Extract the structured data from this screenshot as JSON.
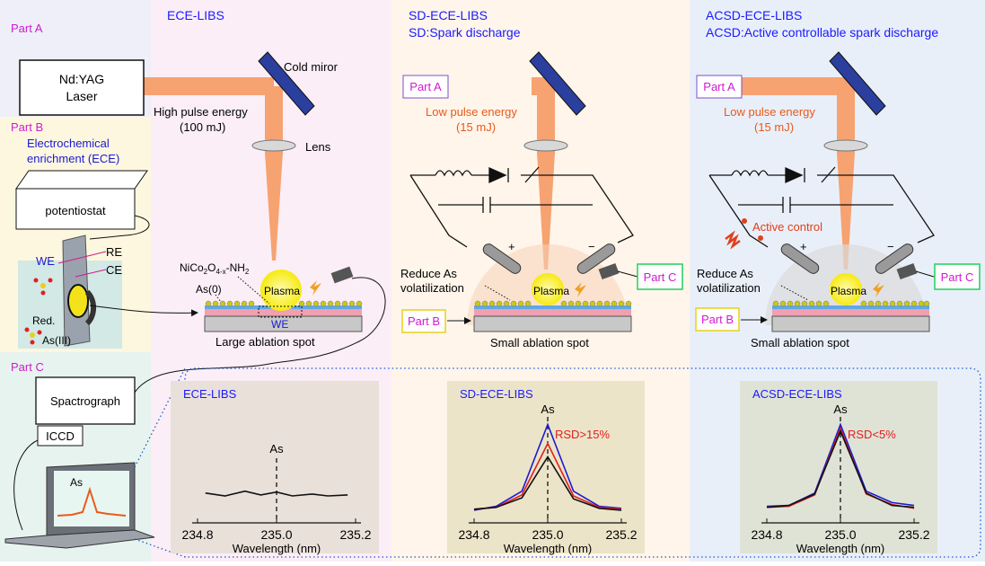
{
  "colors": {
    "part_label": "#d01bd0",
    "title_blue": "#1a1aff",
    "orange_text": "#e85a1a",
    "laser": "#f7a271",
    "mirror": "#2b3f9e",
    "plasma": "#f6ee2a",
    "red_series": "#e02020",
    "blue_series": "#1c1cd6",
    "black_series": "#111111",
    "green_box": "#1fd05a",
    "yellow_box": "#e8d01a"
  },
  "part_labels": {
    "a": "Part A",
    "b": "Part B",
    "c": "Part C"
  },
  "left": {
    "laser_line1": "Nd:YAG",
    "laser_line2": "Laser",
    "ece_line1": "Electrochemical",
    "ece_line2": "enrichment (ECE)",
    "potentiostat": "potentiostat",
    "we": "WE",
    "re": "RE",
    "ce": "CE",
    "red": "Red.",
    "as3": "As(III)",
    "spectrograph": "Spactrograph",
    "iccd": "ICCD",
    "laptop_as": "As"
  },
  "panels": {
    "ece": {
      "title": "ECE-LIBS",
      "cold_mirror": "Cold miror",
      "energy1": "High pulse energy",
      "energy2": "(100 mJ)",
      "lens": "Lens",
      "material_base": "NiCo",
      "material_sub": "2",
      "material_mid": "O",
      "material_sub2": "4-x",
      "material_tail": "-NH",
      "material_sub3": "2",
      "as0": "As(0)",
      "plasma": "Plasma",
      "we": "WE",
      "spot": "Large ablation spot"
    },
    "sd": {
      "title": "SD-ECE-LIBS",
      "subtitle": "SD:Spark discharge",
      "part_a": "Part A",
      "energy1": "Low pulse energy",
      "energy2": "(15 mJ)",
      "plus": "+",
      "minus": "−",
      "reduce1": "Reduce As",
      "reduce2": "volatilization",
      "plasma": "Plasma",
      "part_b": "Part B",
      "part_c": "Part C",
      "spot": "Small ablation spot"
    },
    "acsd": {
      "title": "ACSD-ECE-LIBS",
      "subtitle": "ACSD:Active controllable spark discharge",
      "part_a": "Part A",
      "energy1": "Low pulse energy",
      "energy2": "(15 mJ)",
      "active": "Active control",
      "plus": "+",
      "minus": "−",
      "reduce1": "Reduce As",
      "reduce2": "volatilization",
      "plasma": "Plasma",
      "part_b": "Part B",
      "part_c": "Part C",
      "spot": "Small ablation spot"
    }
  },
  "chart_data": [
    {
      "type": "line",
      "title": "ECE-LIBS",
      "xlabel": "Wavelength (nm)",
      "xticks": [
        "234.8",
        "235.0",
        "235.2"
      ],
      "xlim": [
        234.8,
        235.2
      ],
      "ylim": [
        0,
        1
      ],
      "peak_label": "As",
      "peak_x": 235.0,
      "annotation": "",
      "series": [
        {
          "color": "#111111",
          "x": [
            234.82,
            234.87,
            234.92,
            234.96,
            235.0,
            235.04,
            235.09,
            235.13,
            235.18
          ],
          "y": [
            0.2,
            0.17,
            0.22,
            0.18,
            0.21,
            0.17,
            0.19,
            0.17,
            0.18
          ]
        }
      ]
    },
    {
      "type": "line",
      "title": "SD-ECE-LIBS",
      "xlabel": "Wavelength (nm)",
      "xticks": [
        "234.8",
        "235.0",
        "235.2"
      ],
      "xlim": [
        234.8,
        235.2
      ],
      "ylim": [
        0,
        1
      ],
      "peak_label": "As",
      "peak_x": 235.0,
      "annotation": "RSD>15%",
      "series": [
        {
          "color": "#1c1cd6",
          "x": [
            234.8,
            234.86,
            234.93,
            235.0,
            235.07,
            235.14,
            235.2
          ],
          "y": [
            0.02,
            0.06,
            0.22,
            0.92,
            0.22,
            0.06,
            0.04
          ]
        },
        {
          "color": "#e02020",
          "x": [
            234.8,
            234.86,
            234.93,
            235.0,
            235.07,
            235.14,
            235.2
          ],
          "y": [
            0.03,
            0.05,
            0.18,
            0.72,
            0.17,
            0.05,
            0.03
          ]
        },
        {
          "color": "#111111",
          "x": [
            234.8,
            234.86,
            234.93,
            235.0,
            235.07,
            235.14,
            235.2
          ],
          "y": [
            0.03,
            0.05,
            0.15,
            0.58,
            0.14,
            0.04,
            0.02
          ]
        }
      ]
    },
    {
      "type": "line",
      "title": "ACSD-ECE-LIBS",
      "xlabel": "Wavelength (nm)",
      "xticks": [
        "234.8",
        "235.0",
        "235.2"
      ],
      "xlim": [
        234.8,
        235.2
      ],
      "ylim": [
        0,
        1
      ],
      "peak_label": "As",
      "peak_x": 235.0,
      "annotation": "RSD<5%",
      "series": [
        {
          "color": "#1c1cd6",
          "x": [
            234.8,
            234.86,
            234.93,
            235.0,
            235.07,
            235.14,
            235.2
          ],
          "y": [
            0.06,
            0.07,
            0.2,
            0.92,
            0.22,
            0.1,
            0.07
          ]
        },
        {
          "color": "#e02020",
          "x": [
            234.8,
            234.86,
            234.93,
            235.0,
            235.07,
            235.14,
            235.2
          ],
          "y": [
            0.05,
            0.06,
            0.18,
            0.88,
            0.19,
            0.08,
            0.04
          ]
        },
        {
          "color": "#111111",
          "x": [
            234.8,
            234.86,
            234.93,
            235.0,
            235.07,
            235.14,
            235.2
          ],
          "y": [
            0.05,
            0.07,
            0.19,
            0.85,
            0.2,
            0.07,
            0.05
          ]
        }
      ]
    }
  ]
}
